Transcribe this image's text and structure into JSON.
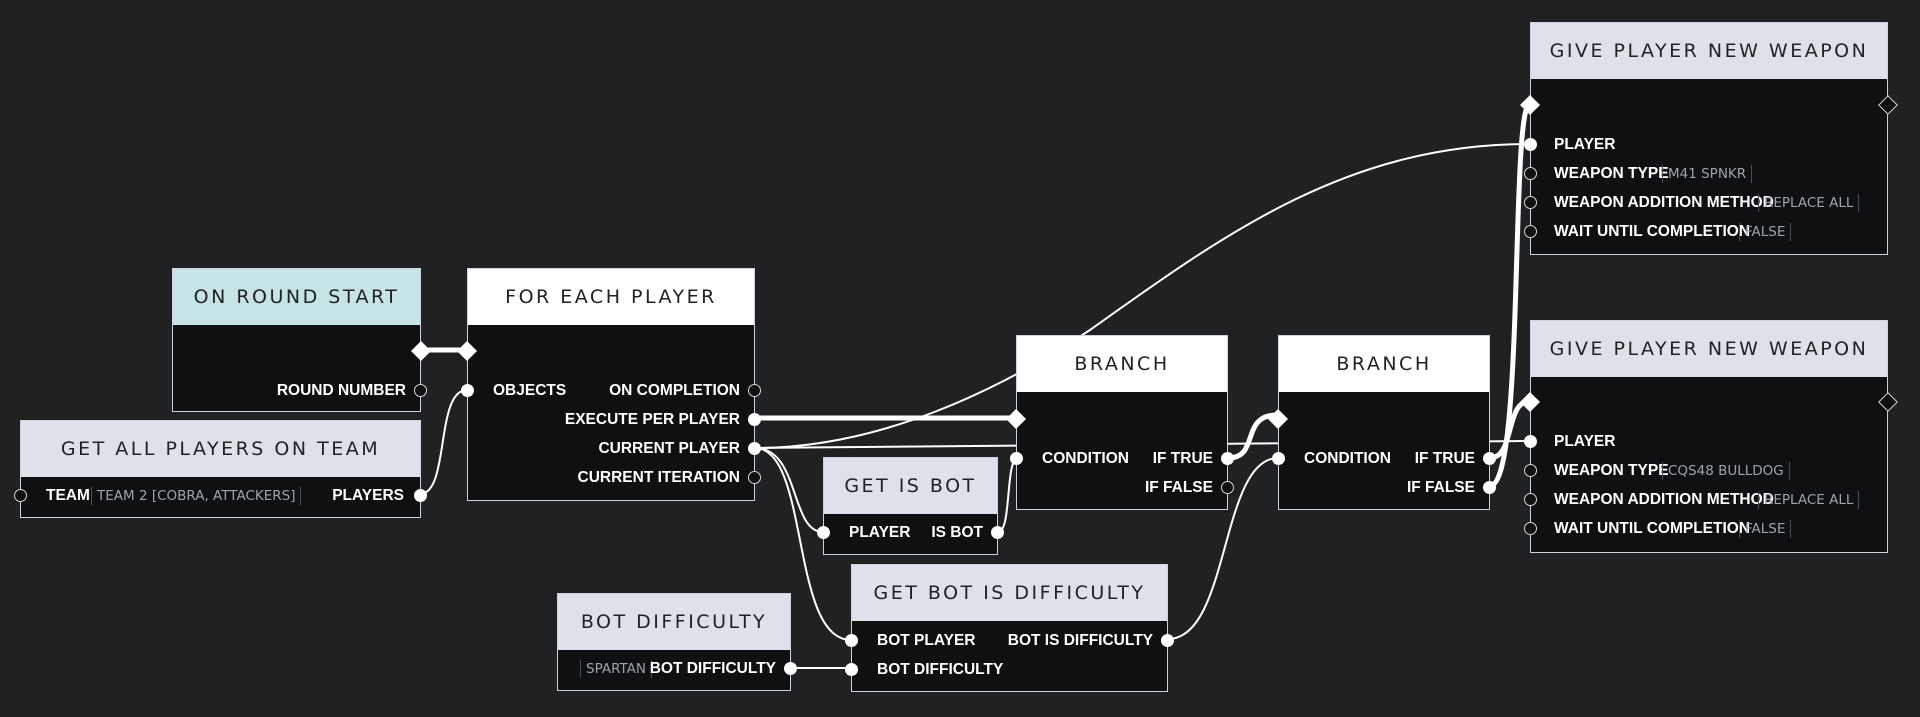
{
  "colors": {
    "background": "#202123",
    "node_body": "#0f1012",
    "header_default": "#dfe1ea",
    "header_event": "#c6e4e6",
    "header_white": "#ffffff",
    "wire": "#ffffff"
  },
  "nodes": {
    "on_round_start": {
      "title": "ON ROUND START",
      "round_number": "ROUND NUMBER"
    },
    "get_all_players": {
      "title": "GET ALL PLAYERS ON TEAM",
      "team_label": "TEAM",
      "team_value": "TEAM 2 [COBRA, ATTACKERS]",
      "players": "PLAYERS"
    },
    "for_each_player": {
      "title": "FOR EACH PLAYER",
      "objects": "OBJECTS",
      "on_completion": "ON COMPLETION",
      "execute_per_player": "EXECUTE PER PLAYER",
      "current_player": "CURRENT PLAYER",
      "current_iteration": "CURRENT ITERATION"
    },
    "get_is_bot": {
      "title": "GET IS BOT",
      "player": "PLAYER",
      "is_bot": "IS BOT"
    },
    "get_bot_is_difficulty": {
      "title": "GET BOT IS DIFFICULTY",
      "bot_player": "BOT PLAYER",
      "bot_is_difficulty": "BOT IS DIFFICULTY",
      "bot_difficulty": "BOT DIFFICULTY"
    },
    "bot_difficulty": {
      "title": "BOT DIFFICULTY",
      "value": "SPARTAN",
      "output": "BOT DIFFICULTY"
    },
    "branch_1": {
      "title": "BRANCH",
      "condition": "CONDITION",
      "if_true": "IF TRUE",
      "if_false": "IF FALSE"
    },
    "branch_2": {
      "title": "BRANCH",
      "condition": "CONDITION",
      "if_true": "IF TRUE",
      "if_false": "IF FALSE"
    },
    "give_weapon_1": {
      "title": "GIVE PLAYER NEW WEAPON",
      "player": "PLAYER",
      "weapon_type_label": "WEAPON TYPE",
      "weapon_type_value": "M41 SPNKR",
      "method_label": "WEAPON ADDITION METHOD",
      "method_value": "REPLACE ALL",
      "wait_label": "WAIT UNTIL COMPLETION",
      "wait_value": "FALSE"
    },
    "give_weapon_2": {
      "title": "GIVE PLAYER NEW WEAPON",
      "player": "PLAYER",
      "weapon_type_label": "WEAPON TYPE",
      "weapon_type_value": "CQS48 BULLDOG",
      "method_label": "WEAPON ADDITION METHOD",
      "method_value": "REPLACE ALL",
      "wait_label": "WAIT UNTIL COMPLETION",
      "wait_value": "FALSE"
    }
  }
}
